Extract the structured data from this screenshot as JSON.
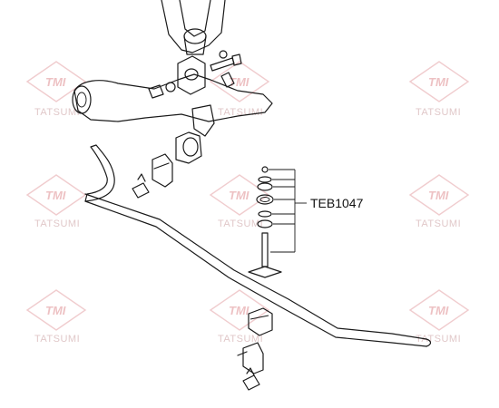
{
  "diagram": {
    "part_label": "TEB1047",
    "watermark": {
      "logo": "TMI",
      "name": "TATSUMI"
    }
  }
}
